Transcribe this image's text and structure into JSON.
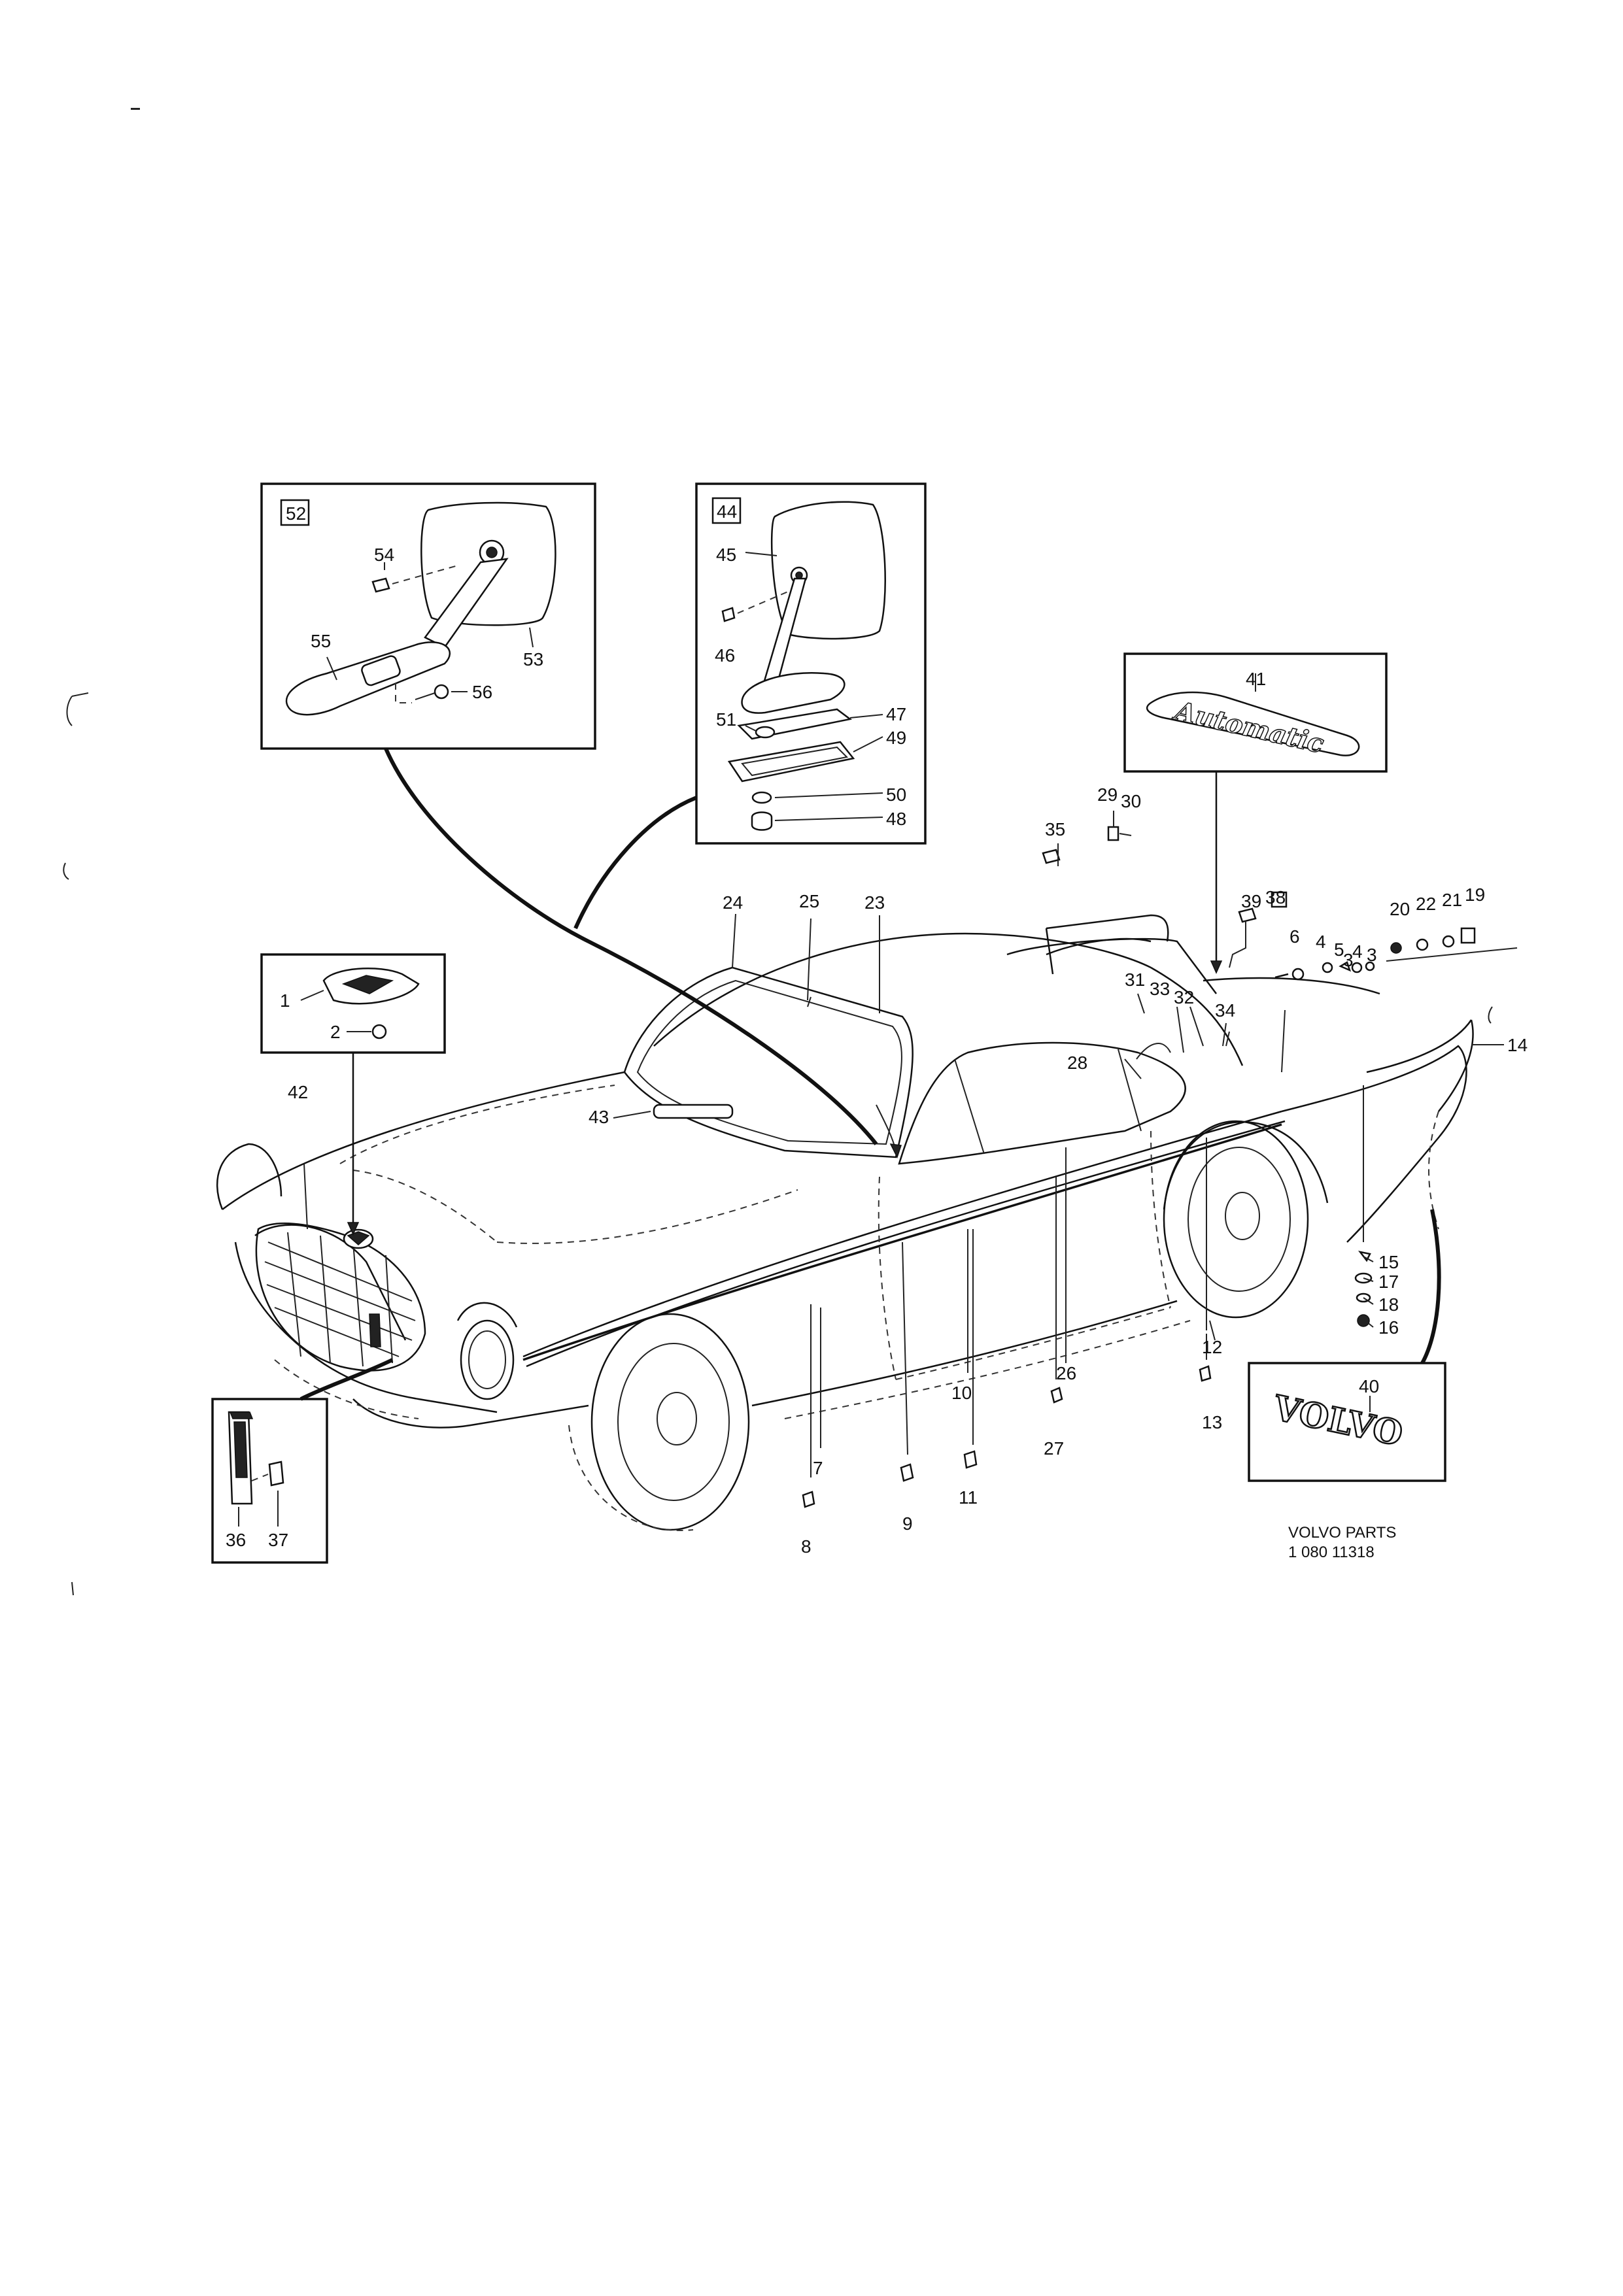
{
  "callouts": {
    "n1": "1",
    "n2": "2",
    "n3a": "3",
    "n3b": "3",
    "n4a": "4",
    "n4b": "4",
    "n5": "5",
    "n6": "6",
    "n7": "7",
    "n8": "8",
    "n9": "9",
    "n10": "10",
    "n11": "11",
    "n12": "12",
    "n13": "13",
    "n14": "14",
    "n15": "15",
    "n16": "16",
    "n17": "17",
    "n18": "18",
    "n19": "19",
    "n20": "20",
    "n21": "21",
    "n22": "22",
    "n23": "23",
    "n24": "24",
    "n25": "25",
    "n26": "26",
    "n27": "27",
    "n28": "28",
    "n29": "29",
    "n30": "30",
    "n31": "31",
    "n32": "32",
    "n33": "33",
    "n34": "34",
    "n35": "35",
    "n36": "36",
    "n37": "37",
    "n38": "38",
    "n39": "39",
    "n40": "40",
    "n41": "41",
    "n42": "42",
    "n43": "43",
    "n45": "45",
    "n46": "46",
    "n47": "47",
    "n48": "48",
    "n49": "49",
    "n50": "50",
    "n51": "51",
    "n53": "53",
    "n54": "54",
    "n55": "55",
    "n56": "56"
  },
  "boxes": {
    "mirror_a_id": "52",
    "mirror_b_id": "44"
  },
  "badges": {
    "automatic_script": "Automatic",
    "volvo_logo": "VOLVO"
  },
  "reference": {
    "line1": "VOLVO PARTS",
    "line2": "1  080  11318"
  }
}
